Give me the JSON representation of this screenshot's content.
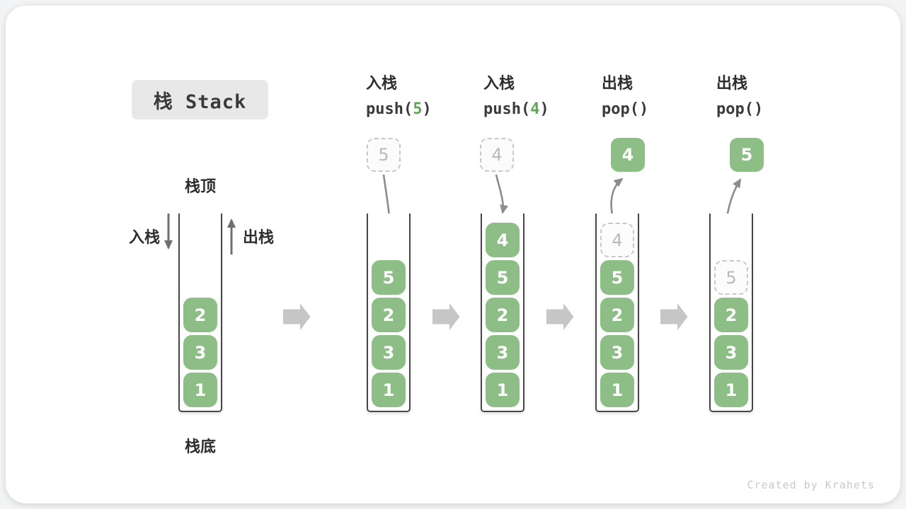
{
  "title": "栈 Stack",
  "watermark": "Created by Krahets",
  "labels": {
    "stack_top": "栈顶",
    "stack_bottom": "栈底",
    "push_side": "入栈",
    "pop_side": "出栈"
  },
  "operations": [
    {
      "name": "入栈",
      "code_pre": "push(",
      "code_arg": "5",
      "code_post": ")"
    },
    {
      "name": "入栈",
      "code_pre": "push(",
      "code_arg": "4",
      "code_post": ")"
    },
    {
      "name": "出栈",
      "code_pre": "pop(",
      "code_arg": "",
      "code_post": ")"
    },
    {
      "name": "出栈",
      "code_pre": "pop(",
      "code_arg": "",
      "code_post": ")"
    }
  ],
  "stacks": [
    {
      "cells": [
        "2",
        "3",
        "1"
      ]
    },
    {
      "incoming": "5",
      "cells": [
        "5",
        "2",
        "3",
        "1"
      ]
    },
    {
      "incoming": "4",
      "cells": [
        "4",
        "5",
        "2",
        "3",
        "1"
      ]
    },
    {
      "popped": "4",
      "ghost": "4",
      "cells": [
        "5",
        "2",
        "3",
        "1"
      ]
    },
    {
      "popped": "5",
      "ghost": "5",
      "cells": [
        "2",
        "3",
        "1"
      ]
    }
  ],
  "colors": {
    "cell_green": "#8cbe86",
    "code_arg_green": "#5ea556",
    "curved_arrow_gray": "#8c8c8c",
    "straight_arrow_gray": "#6f6f6f",
    "block_arrow_gray": "#c6c6c6",
    "ghost_border_gray": "#c9c9c9",
    "ghost_text_gray": "#b9b9b9",
    "container_stroke": "#474747",
    "title_bg": "#e8e8e8",
    "text_dark": "#2e2e2e",
    "watermark_gray": "#c9c9c9",
    "card_bg": "#ffffff"
  }
}
